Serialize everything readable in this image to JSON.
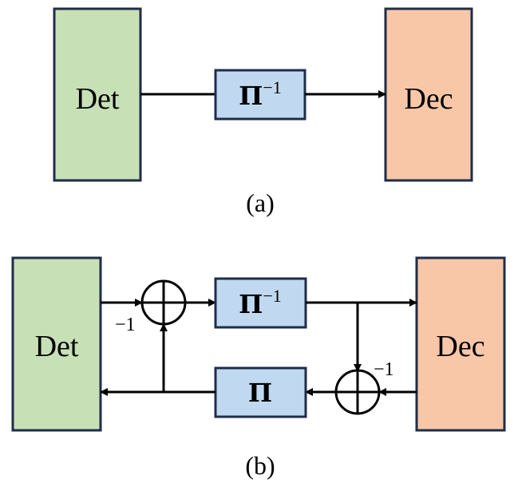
{
  "diagram_a": {
    "detector_label": "Det",
    "decoder_label": "Dec",
    "interleaver_symbol": "Π",
    "interleaver_exponent": "−1",
    "caption": "(a)"
  },
  "diagram_b": {
    "detector_label": "Det",
    "decoder_label": "Dec",
    "deinterleaver_symbol": "Π",
    "deinterleaver_exponent": "−1",
    "interleaver_symbol": "Π",
    "sum_left_sign": "−1",
    "sum_right_sign": "−1",
    "caption": "(b)"
  },
  "colors": {
    "detector_fill": "#c8e0b6",
    "decoder_fill": "#f7c7a8",
    "interleaver_fill": "#c0d9f0",
    "box_border": "#1f2d4a",
    "line": "#000000"
  }
}
